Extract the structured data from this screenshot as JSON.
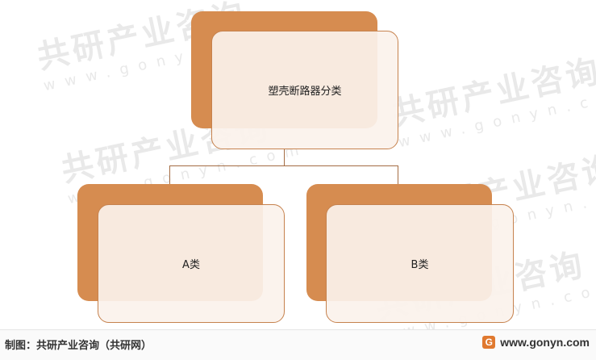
{
  "diagram": {
    "root": {
      "label": "塑壳断路器分类"
    },
    "children": [
      {
        "label": "A类"
      },
      {
        "label": "B类"
      }
    ]
  },
  "watermark": {
    "text": "共研产业咨询",
    "url": "www.gonyn.com"
  },
  "footer": {
    "credit": "制图：共研产业咨询（共研网）",
    "brand_url": "www.gonyn.com",
    "logo_letter": "G"
  },
  "colors": {
    "box_back": "#d68c50",
    "box_front": "#fbf2ec",
    "box_border": "#c6824e",
    "connector": "#a46c43"
  }
}
